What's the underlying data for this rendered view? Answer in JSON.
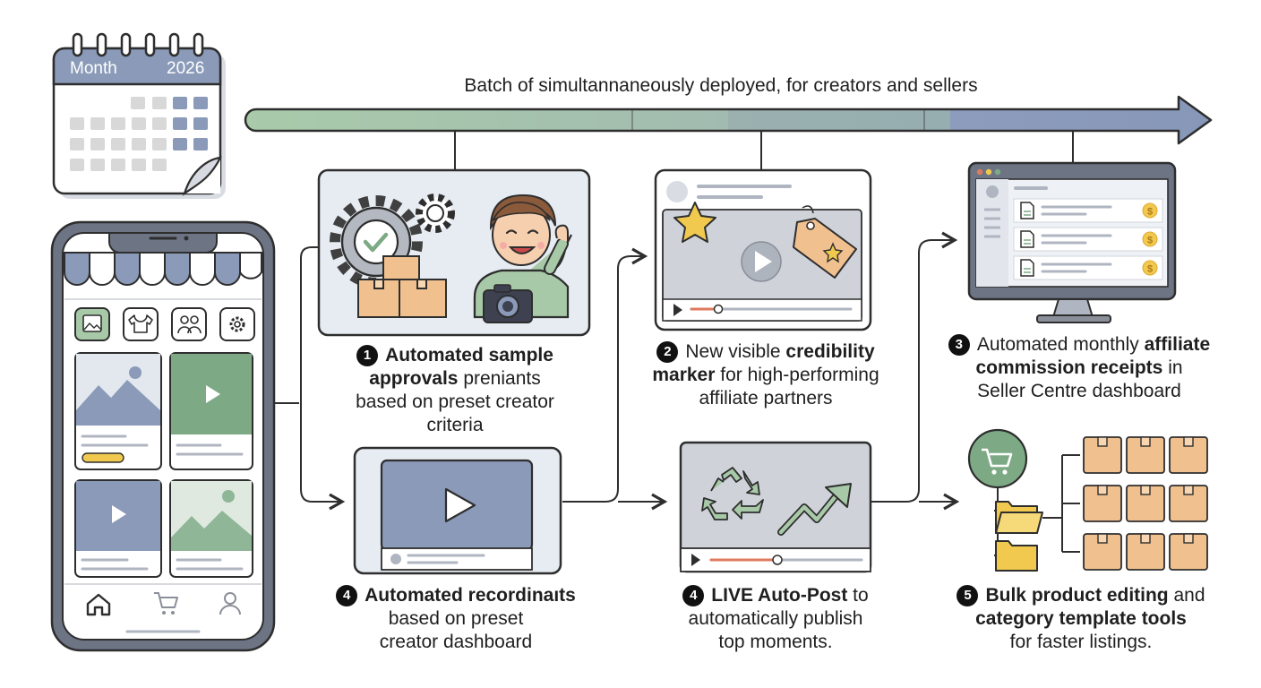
{
  "header": {
    "title": "Batch of simultannaneously deployed, for creators and sellers"
  },
  "calendar": {
    "month_label": "Month",
    "year_label": "2026"
  },
  "colors": {
    "timeline_start": "#a8c9a8",
    "timeline_mid": "#9bb0ad",
    "timeline_end": "#8a9ab8",
    "outline": "#2e2e2e",
    "panel_fill": "#e6ecf2",
    "accent_green": "#7daa85",
    "accent_blue": "#8b9cba",
    "accent_orange": "#f0b27a",
    "accent_yellow": "#f1c94f"
  },
  "phone": {
    "top_icons": [
      "image-icon",
      "shirt-icon",
      "users-icon",
      "gear-icon"
    ],
    "bottom_nav": [
      "home-icon",
      "cart-icon",
      "user-icon"
    ]
  },
  "features": [
    {
      "number": "1",
      "lines": [
        [
          {
            "t": "Automated sample",
            "b": true
          }
        ],
        [
          {
            "t": "approvals",
            "b": true
          },
          {
            "t": " preniants",
            "b": false
          }
        ],
        [
          {
            "t": "based on preset creator",
            "b": false
          }
        ],
        [
          {
            "t": "criteria",
            "b": false
          }
        ]
      ]
    },
    {
      "number": "2",
      "lines": [
        [
          {
            "t": "New visible ",
            "b": false
          },
          {
            "t": "credibility",
            "b": true
          }
        ],
        [
          {
            "t": "marker",
            "b": true
          },
          {
            "t": " for high-performing",
            "b": false
          }
        ],
        [
          {
            "t": "affiliate partners",
            "b": false
          }
        ]
      ]
    },
    {
      "number": "3",
      "lines": [
        [
          {
            "t": "Automated monthly ",
            "b": false
          },
          {
            "t": "affiliate",
            "b": true
          }
        ],
        [
          {
            "t": "commission receipts",
            "b": true
          },
          {
            "t": " in",
            "b": false
          }
        ],
        [
          {
            "t": "Seller Centre dashboard",
            "b": false
          }
        ]
      ]
    },
    {
      "number": "4",
      "lines": [
        [
          {
            "t": "Automated recordinaıts",
            "b": true
          }
        ],
        [
          {
            "t": "based on preset",
            "b": false
          }
        ],
        [
          {
            "t": "creator dashboard",
            "b": false
          }
        ]
      ]
    },
    {
      "number": "4",
      "lines": [
        [
          {
            "t": "LIVE Auto-Post",
            "b": true
          },
          {
            "t": " to",
            "b": false
          }
        ],
        [
          {
            "t": "automatically publish",
            "b": false
          }
        ],
        [
          {
            "t": "top moments.",
            "b": false
          }
        ]
      ]
    },
    {
      "number": "5",
      "lines": [
        [
          {
            "t": "Bulk product editing",
            "b": true
          },
          {
            "t": " and",
            "b": false
          }
        ],
        [
          {
            "t": "category template tools",
            "b": true
          }
        ],
        [
          {
            "t": "for faster listings.",
            "b": false
          }
        ]
      ]
    }
  ]
}
